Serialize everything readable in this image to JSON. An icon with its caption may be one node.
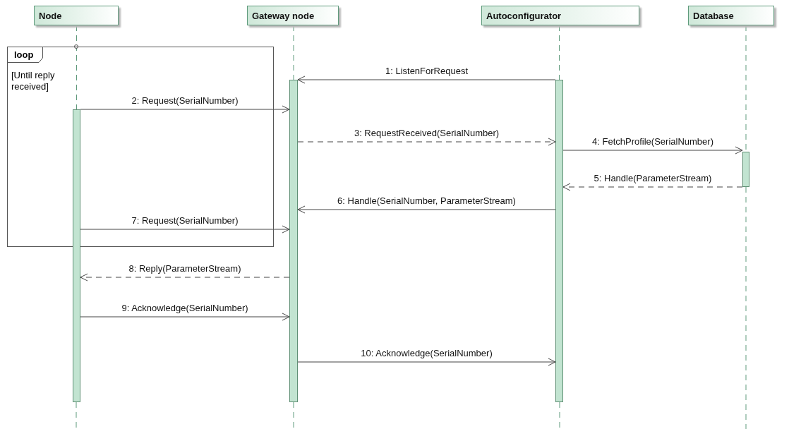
{
  "diagram": {
    "nodes": [
      {
        "text": [
          "Node"
        ]
      },
      {
        "text": [
          "Gateway node"
        ]
      },
      {
        "text": [
          "Autoconfigurator"
        ]
      },
      {
        "text": [
          "Database"
        ]
      },
      {
        "text": [],
        "shape": "bar"
      },
      {
        "text": [],
        "shape": "bar"
      },
      {
        "text": [],
        "shape": "bar"
      },
      {
        "text": [],
        "shape": "bar"
      }
    ],
    "edges": [
      {
        "from": 0,
        "to": 4,
        "arrow": "none",
        "style": "dashed",
        "color": "#5f9a7c"
      },
      {
        "from": 1,
        "to": 5,
        "arrow": "none",
        "style": "dashed",
        "color": "#5f9a7c"
      },
      {
        "from": 2,
        "to": 6,
        "arrow": "none",
        "style": "dashed",
        "color": "#5f9a7c"
      },
      {
        "from": 3,
        "to": 7,
        "arrow": "none",
        "style": "dashed",
        "color": "#5f9a7c"
      },
      {
        "from": 6,
        "to": 5,
        "arrow": "to",
        "label": "1: ListenForRequest"
      },
      {
        "from": 4,
        "to": 5,
        "arrow": "to",
        "label": "2: Request(SerialNumber)"
      },
      {
        "from": 5,
        "to": 6,
        "arrow": "to",
        "style": "dashed",
        "label": "3: RequestReceived(SerialNumber)"
      },
      {
        "from": 6,
        "to": 7,
        "arrow": "to",
        "label": "4: FetchProfile(SerialNumber)"
      },
      {
        "from": 7,
        "to": 6,
        "arrow": "to",
        "style": "dashed",
        "label": "5: Handle(ParameterStream)"
      },
      {
        "from": 6,
        "to": 5,
        "arrow": "to",
        "label": "6: Handle(SerialNumber, ParameterStream)"
      },
      {
        "from": 4,
        "to": 5,
        "arrow": "to",
        "label": "7: Request(SerialNumber)"
      },
      {
        "from": 5,
        "to": 4,
        "arrow": "to",
        "style": "dashed",
        "label": "8: Reply(ParameterStream)"
      },
      {
        "from": 4,
        "to": 5,
        "arrow": "to",
        "label": "9: Acknowledge(SerialNumber)"
      },
      {
        "from": 5,
        "to": 6,
        "arrow": "to",
        "label": "10: Acknowledge(SerialNumber)"
      }
    ],
    "labels": [
      "loop",
      "[Until reply received]"
    ]
  }
}
